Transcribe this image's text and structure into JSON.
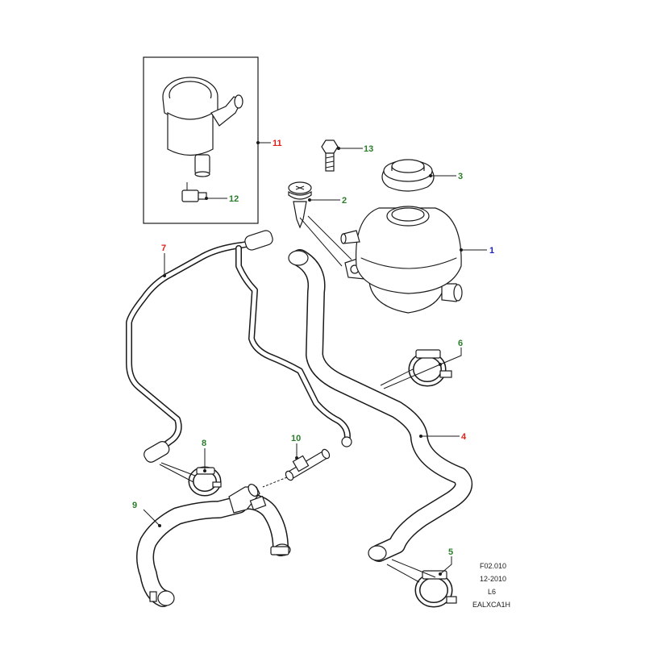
{
  "colors": {
    "line": "#1a1a1a",
    "callout_red": "#e0201a",
    "callout_green": "#2a7d2a",
    "callout_blue": "#2020c0"
  },
  "callouts": [
    {
      "key": "p1",
      "label": "1",
      "color": "callout_blue",
      "part": "expansion-tank"
    },
    {
      "key": "p2",
      "label": "2",
      "color": "callout_green",
      "part": "push-rivet"
    },
    {
      "key": "p3",
      "label": "3",
      "color": "callout_green",
      "part": "tank-cap"
    },
    {
      "key": "p4",
      "label": "4",
      "color": "callout_red",
      "part": "main-hose"
    },
    {
      "key": "p5",
      "label": "5",
      "color": "callout_green",
      "part": "lower-clip"
    },
    {
      "key": "p6",
      "label": "6",
      "color": "callout_green",
      "part": "upper-clip"
    },
    {
      "key": "p7",
      "label": "7",
      "color": "callout_red",
      "part": "bleed-pipe"
    },
    {
      "key": "p8",
      "label": "8",
      "color": "callout_green",
      "part": "left-clip"
    },
    {
      "key": "p9",
      "label": "9",
      "color": "callout_green",
      "part": "lower-hose"
    },
    {
      "key": "p10",
      "label": "10",
      "color": "callout_green",
      "part": "connector"
    },
    {
      "key": "p11",
      "label": "11",
      "color": "callout_red",
      "part": "inset-tank-assembly"
    },
    {
      "key": "p12",
      "label": "12",
      "color": "callout_green",
      "part": "level-sensor"
    },
    {
      "key": "p13",
      "label": "13",
      "color": "callout_green",
      "part": "bolt"
    }
  ],
  "reference_block": [
    "F02.010",
    "12-2010",
    "L6",
    "EALXCA1H"
  ]
}
